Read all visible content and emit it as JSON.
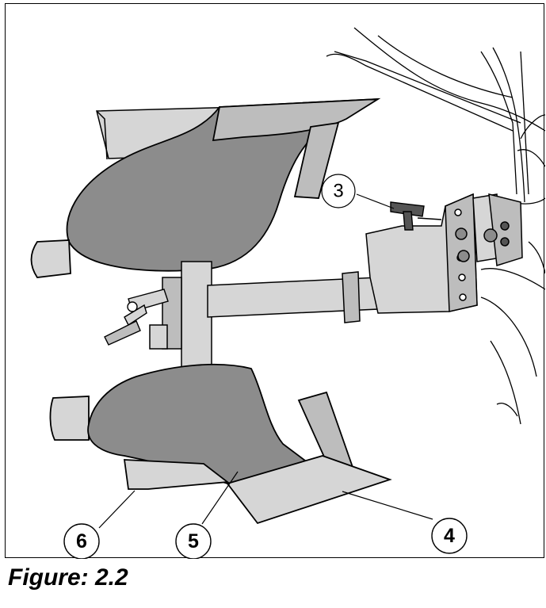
{
  "figure": {
    "caption": "Figure: 2.2",
    "callouts": {
      "c3": "3",
      "c4": "4",
      "c5": "5",
      "c6": "6"
    }
  },
  "colors": {
    "outline": "#000000",
    "mouldboard": "#8c8c8c",
    "steel_light": "#d6d6d6",
    "steel_mid": "#bdbdbd",
    "handle_dark": "#555555"
  }
}
